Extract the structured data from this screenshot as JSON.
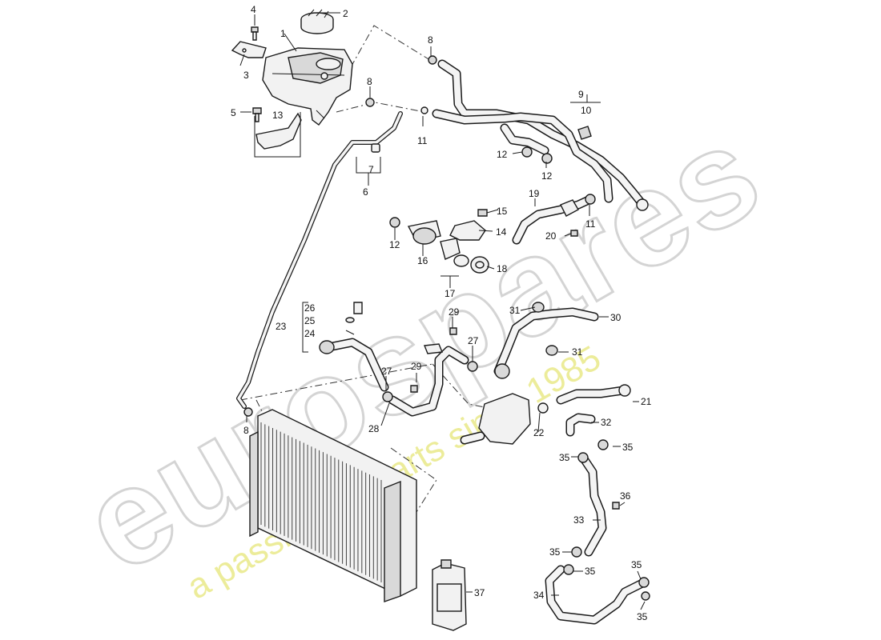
{
  "watermark": {
    "brand": "eurospares",
    "tagline": "a passion for parts since 1985"
  },
  "callouts": [
    "1",
    "2",
    "3",
    "4",
    "5",
    "13",
    "8",
    "8",
    "6",
    "7",
    "11",
    "9",
    "10",
    "12",
    "12",
    "19",
    "15",
    "11",
    "14",
    "20",
    "12",
    "16",
    "18",
    "17",
    "26",
    "25",
    "23",
    "24",
    "29",
    "31",
    "30",
    "27",
    "27",
    "29",
    "31",
    "21",
    "28",
    "22",
    "32",
    "35",
    "35",
    "36",
    "8",
    "33",
    "35",
    "35",
    "35",
    "34",
    "35",
    "37"
  ],
  "colors": {
    "line": "#1a1a1a",
    "watermark_grey": "#d4d4d4",
    "watermark_yellow": "#ecec9a"
  }
}
